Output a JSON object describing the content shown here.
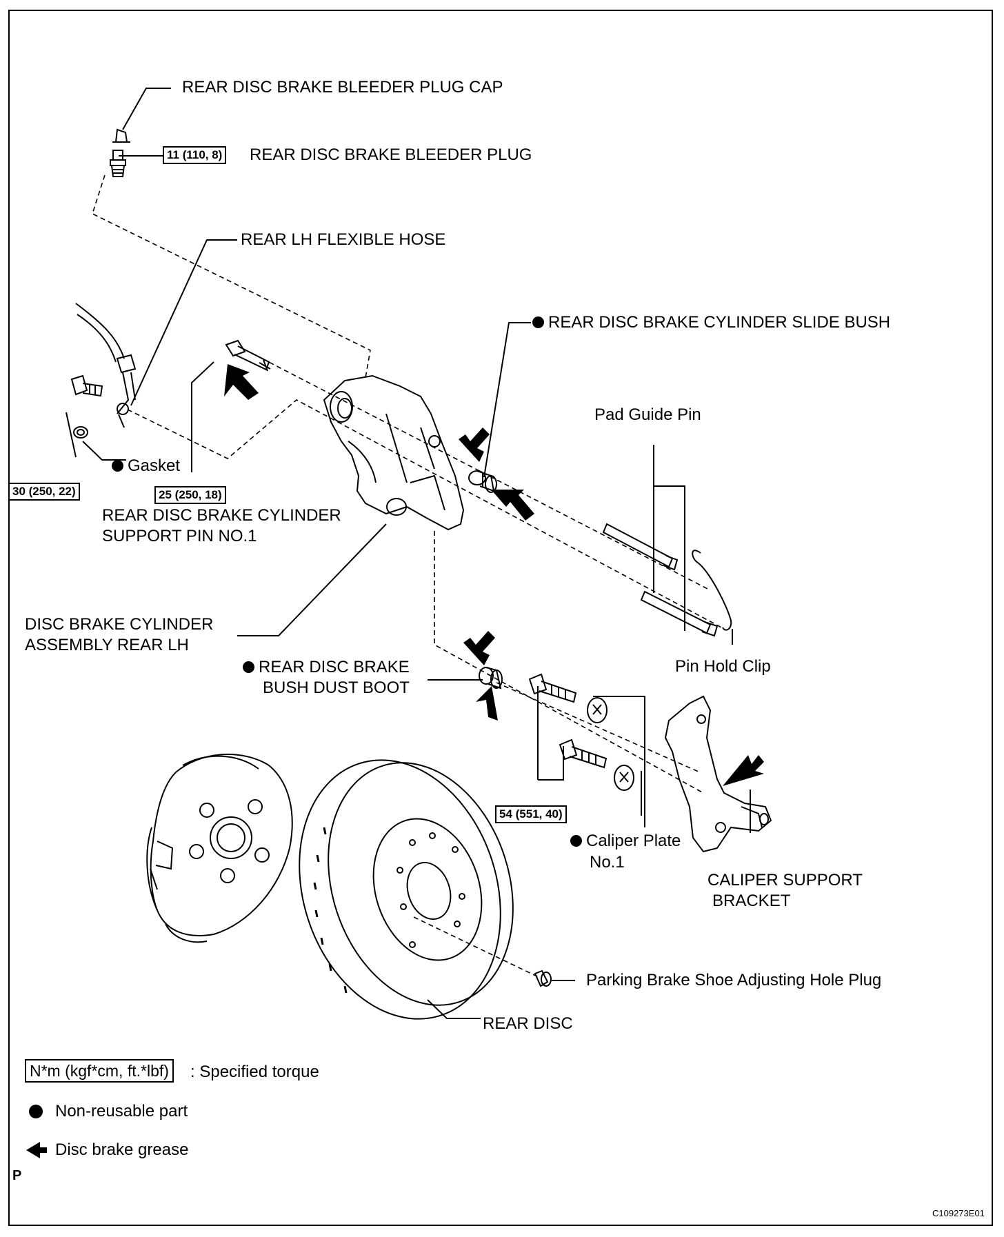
{
  "labels": {
    "bleeder_plug_cap": "REAR DISC BRAKE BLEEDER PLUG CAP",
    "bleeder_plug": "REAR DISC BRAKE BLEEDER PLUG",
    "flexible_hose": "REAR LH FLEXIBLE HOSE",
    "slide_bush": "REAR DISC BRAKE CYLINDER SLIDE BUSH",
    "pad_guide_pin": "Pad Guide Pin",
    "gasket": "Gasket",
    "support_pin_line1": "REAR DISC BRAKE CYLINDER",
    "support_pin_line2": "SUPPORT PIN NO.1",
    "cylinder_assy_line1": "DISC BRAKE CYLINDER",
    "cylinder_assy_line2": "ASSEMBLY REAR  LH",
    "dust_boot_line1": "REAR DISC BRAKE",
    "dust_boot_line2": "BUSH DUST BOOT",
    "pin_hold_clip": "Pin Hold Clip",
    "caliper_plate_line1": "Caliper Plate",
    "caliper_plate_line2": "No.1",
    "support_bracket_line1": "CALIPER SUPPORT",
    "support_bracket_line2": "BRACKET",
    "hole_plug": "Parking Brake Shoe Adjusting Hole Plug",
    "rear_disc": "REAR DISC"
  },
  "torques": {
    "bleeder_plug": "11 (110, 8)",
    "union_bolt": "30 (250, 22)",
    "support_pin": "25 (250, 18)",
    "bracket_bolts": "54 (551, 40)"
  },
  "legend": {
    "torque_box": "N*m (kgf*cm, ft.*lbf)",
    "torque_text": ": Specified torque",
    "nonreusable": "Non-reusable part",
    "grease": "Disc brake grease"
  },
  "corner_letter": "P",
  "figure_code": "C109273E01"
}
